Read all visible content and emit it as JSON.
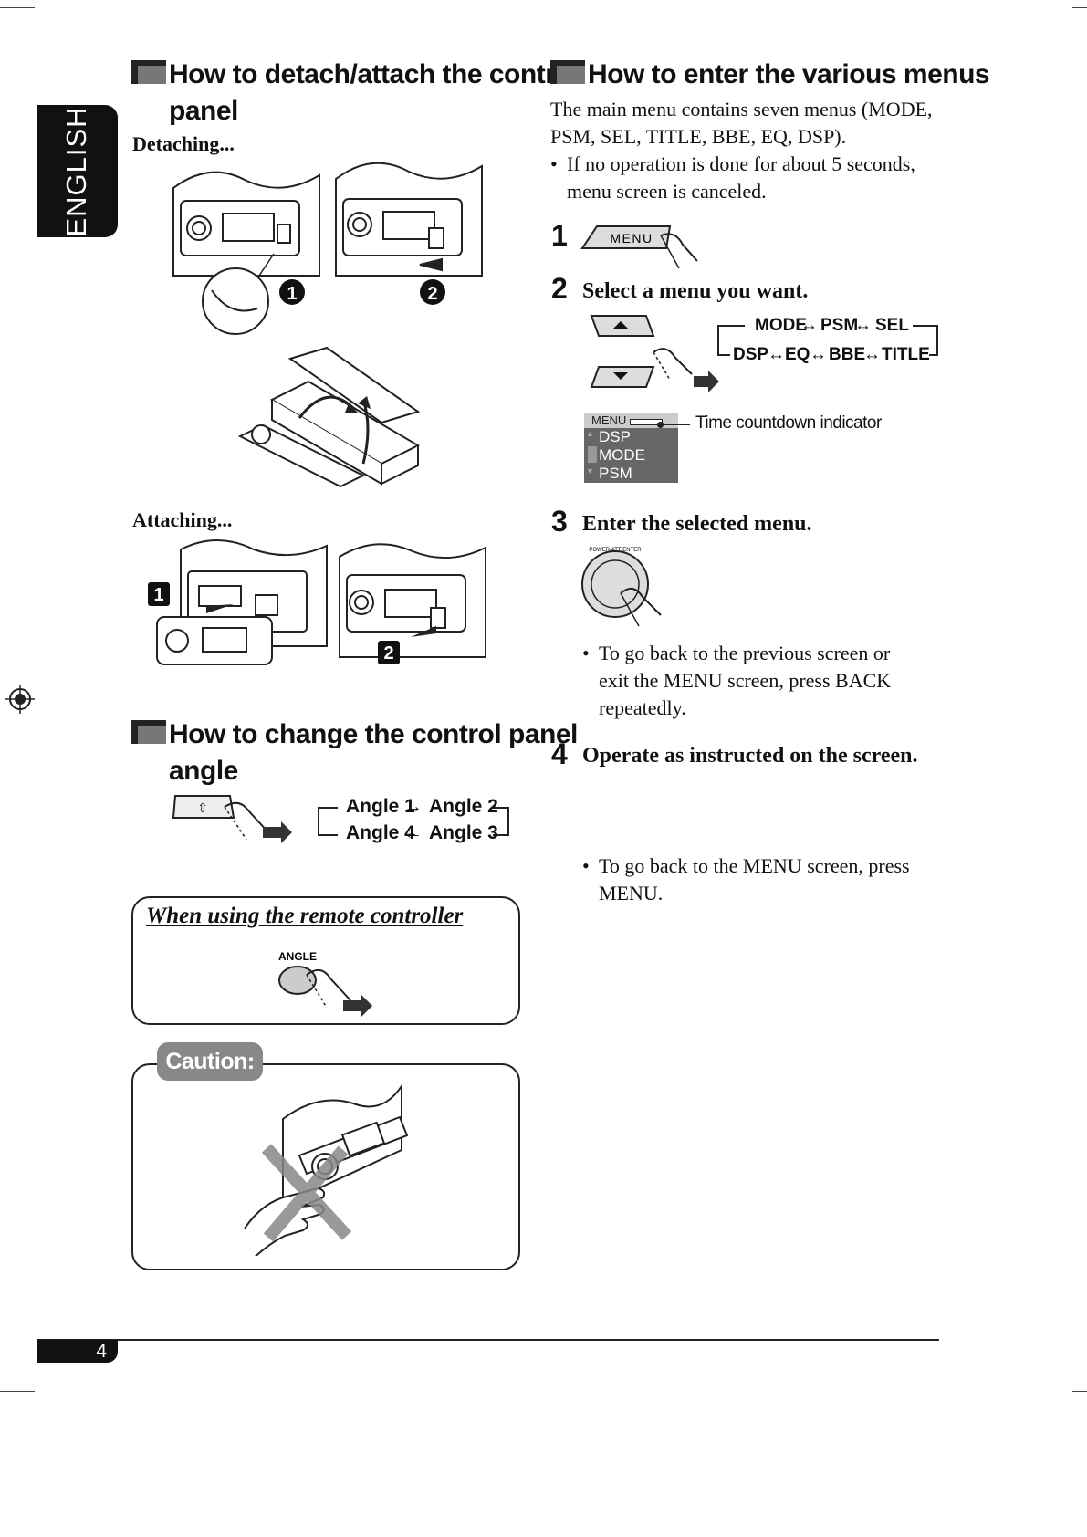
{
  "side_tab": {
    "label": "ENGLISH"
  },
  "left": {
    "section1": {
      "title_line1": "How to detach/attach the control",
      "title_line2": "panel",
      "detaching_label": "Detaching...",
      "attaching_label": "Attaching...",
      "step_marks": [
        "1",
        "2"
      ]
    },
    "section2": {
      "title_line1": "How to change the control panel",
      "title_line2": "angle",
      "angles": [
        "Angle 1",
        "Angle 2",
        "Angle 3",
        "Angle 4"
      ]
    },
    "remote_box": {
      "title": "When using the remote controller",
      "button_label": "ANGLE"
    },
    "caution_box": {
      "label": "Caution:"
    }
  },
  "right": {
    "section_title": "How to enter the various menus",
    "intro_line1": "The main menu contains seven menus (MODE,",
    "intro_line2": "PSM, SEL, TITLE, BBE, EQ, DSP).",
    "intro_bullet_line1": "If no operation is done for about 5 seconds,",
    "intro_bullet_line2": "menu screen is canceled.",
    "step1": {
      "num": "1",
      "button_label": "MENU"
    },
    "step2": {
      "num": "2",
      "title": "Select a menu you want.",
      "flow_top": [
        "MODE",
        "PSM",
        "SEL"
      ],
      "flow_bottom": [
        "DSP",
        "EQ",
        "BBE",
        "TITLE"
      ],
      "display": {
        "header": "MENU",
        "items": [
          "DSP",
          "MODE",
          "PSM"
        ]
      },
      "indicator_label": "Time countdown indicator"
    },
    "step3": {
      "num": "3",
      "title": "Enter the selected menu.",
      "knob_label": "POWER/ATT/ENTER",
      "bullet_line1": "To go back to the previous screen or",
      "bullet_line2": "exit the MENU screen, press BACK",
      "bullet_line3": "repeatedly."
    },
    "step4": {
      "num": "4",
      "title": "Operate as instructed on the screen.",
      "bullet_line1": "To go back to the MENU screen, press",
      "bullet_line2": "MENU."
    }
  },
  "footer": {
    "page_number": "4"
  }
}
